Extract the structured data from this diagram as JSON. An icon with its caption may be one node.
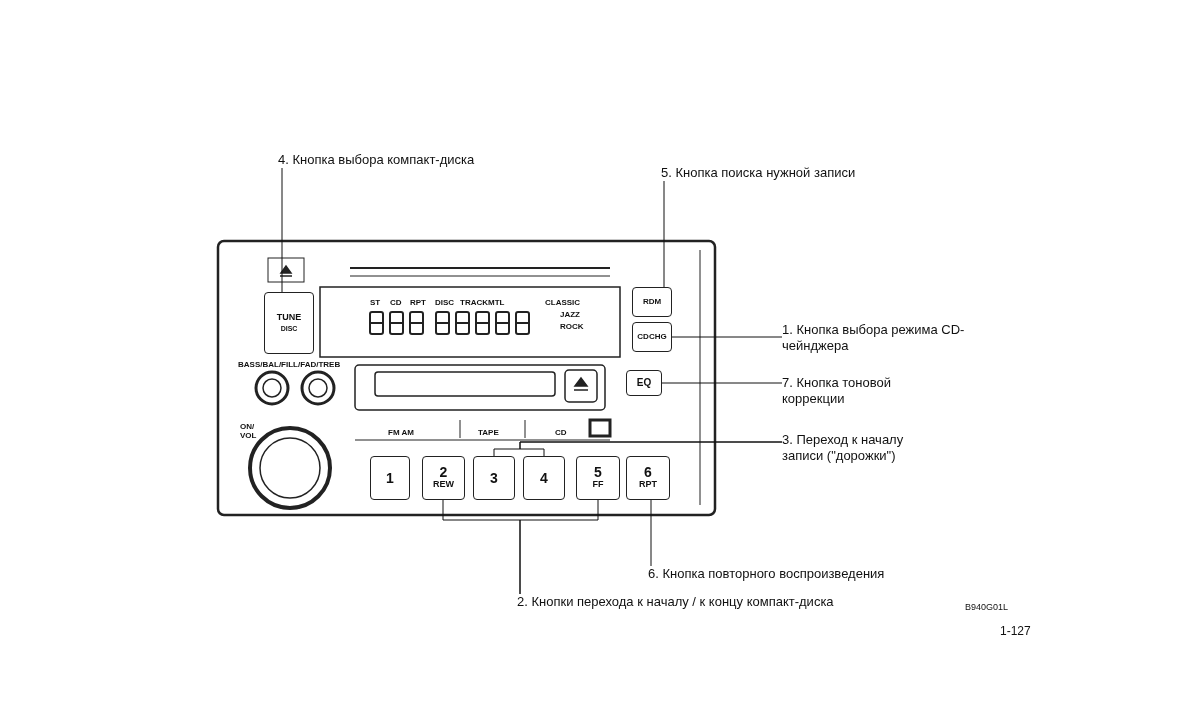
{
  "diagram": {
    "nodes": [
      {
        "text": [
          "4. Кнопка выбора компакт-диска"
        ]
      },
      {
        "text": [
          "5. Кнопка поиска нужной записи"
        ]
      },
      {
        "text": [
          "1. Кнопка выбора режима CD-чейнджера"
        ]
      },
      {
        "text": [
          "7. Кнопка тоновой коррекции"
        ]
      },
      {
        "text": [
          "3. Переход к началу записи (\"дорожки\")"
        ]
      },
      {
        "text": [
          "6. Кнопка повторного воспроизведения"
        ]
      },
      {
        "text": [
          "2. Кнопки перехода к началу / к концу компакт-диска"
        ]
      },
      {
        "text": [
          "TUNE",
          "DISC"
        ]
      },
      {
        "text": [
          "RDM"
        ]
      },
      {
        "text": [
          "CDCHG"
        ]
      },
      {
        "text": [
          "EQ"
        ]
      },
      {
        "text": [
          "1"
        ]
      },
      {
        "text": [
          "2",
          "REW"
        ]
      },
      {
        "text": [
          "3"
        ]
      },
      {
        "text": [
          "4"
        ]
      },
      {
        "text": [
          "5",
          "FF"
        ]
      },
      {
        "text": [
          "6",
          "RPT"
        ]
      }
    ],
    "edges": [
      {
        "from": 0,
        "to": 7,
        "arrow": "none"
      },
      {
        "from": 1,
        "to": 8,
        "arrow": "none"
      },
      {
        "from": 2,
        "to": 9,
        "arrow": "none"
      },
      {
        "from": 3,
        "to": 10,
        "arrow": "none"
      },
      {
        "from": 4,
        "to": 13,
        "arrow": "none"
      },
      {
        "from": 4,
        "to": 14,
        "arrow": "none"
      },
      {
        "from": 5,
        "to": 16,
        "arrow": "none"
      },
      {
        "from": 6,
        "to": 12,
        "arrow": "none"
      },
      {
        "from": 6,
        "to": 15,
        "arrow": "none"
      }
    ],
    "labels": [
      "ST",
      "CD",
      "RPT",
      "DISC",
      "TRACK",
      "MTL",
      "CLASSIC",
      "JAZZ",
      "ROCK",
      "BASS/BAL/FILL/FAD/TREB",
      "ON/ VOL",
      "FM AM",
      "TAPE",
      "CD",
      "B940G01L",
      "1-127"
    ]
  }
}
